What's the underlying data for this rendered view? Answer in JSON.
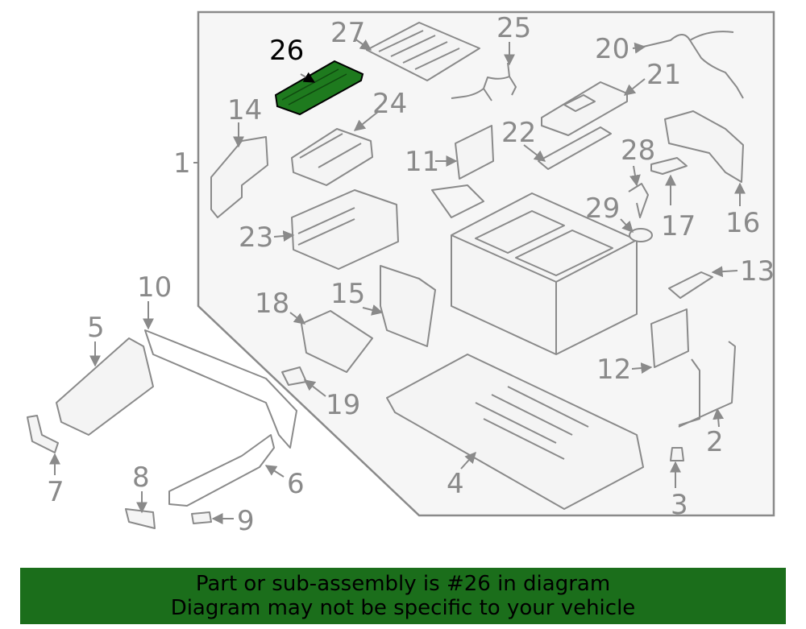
{
  "callouts": [
    "1",
    "2",
    "3",
    "4",
    "5",
    "6",
    "7",
    "8",
    "9",
    "10",
    "11",
    "12",
    "13",
    "14",
    "15",
    "16",
    "17",
    "18",
    "19",
    "20",
    "21",
    "22",
    "23",
    "24",
    "25",
    "26",
    "27",
    "28",
    "29"
  ],
  "highlighted_part": "26",
  "colors": {
    "highlight": "#1e7a1e",
    "banner": "#1b6e1b",
    "line": "#8a8a8a"
  },
  "banner": {
    "line1": "Part or sub-assembly is #26 in diagram",
    "line2": "Diagram may not be specific to your vehicle"
  }
}
